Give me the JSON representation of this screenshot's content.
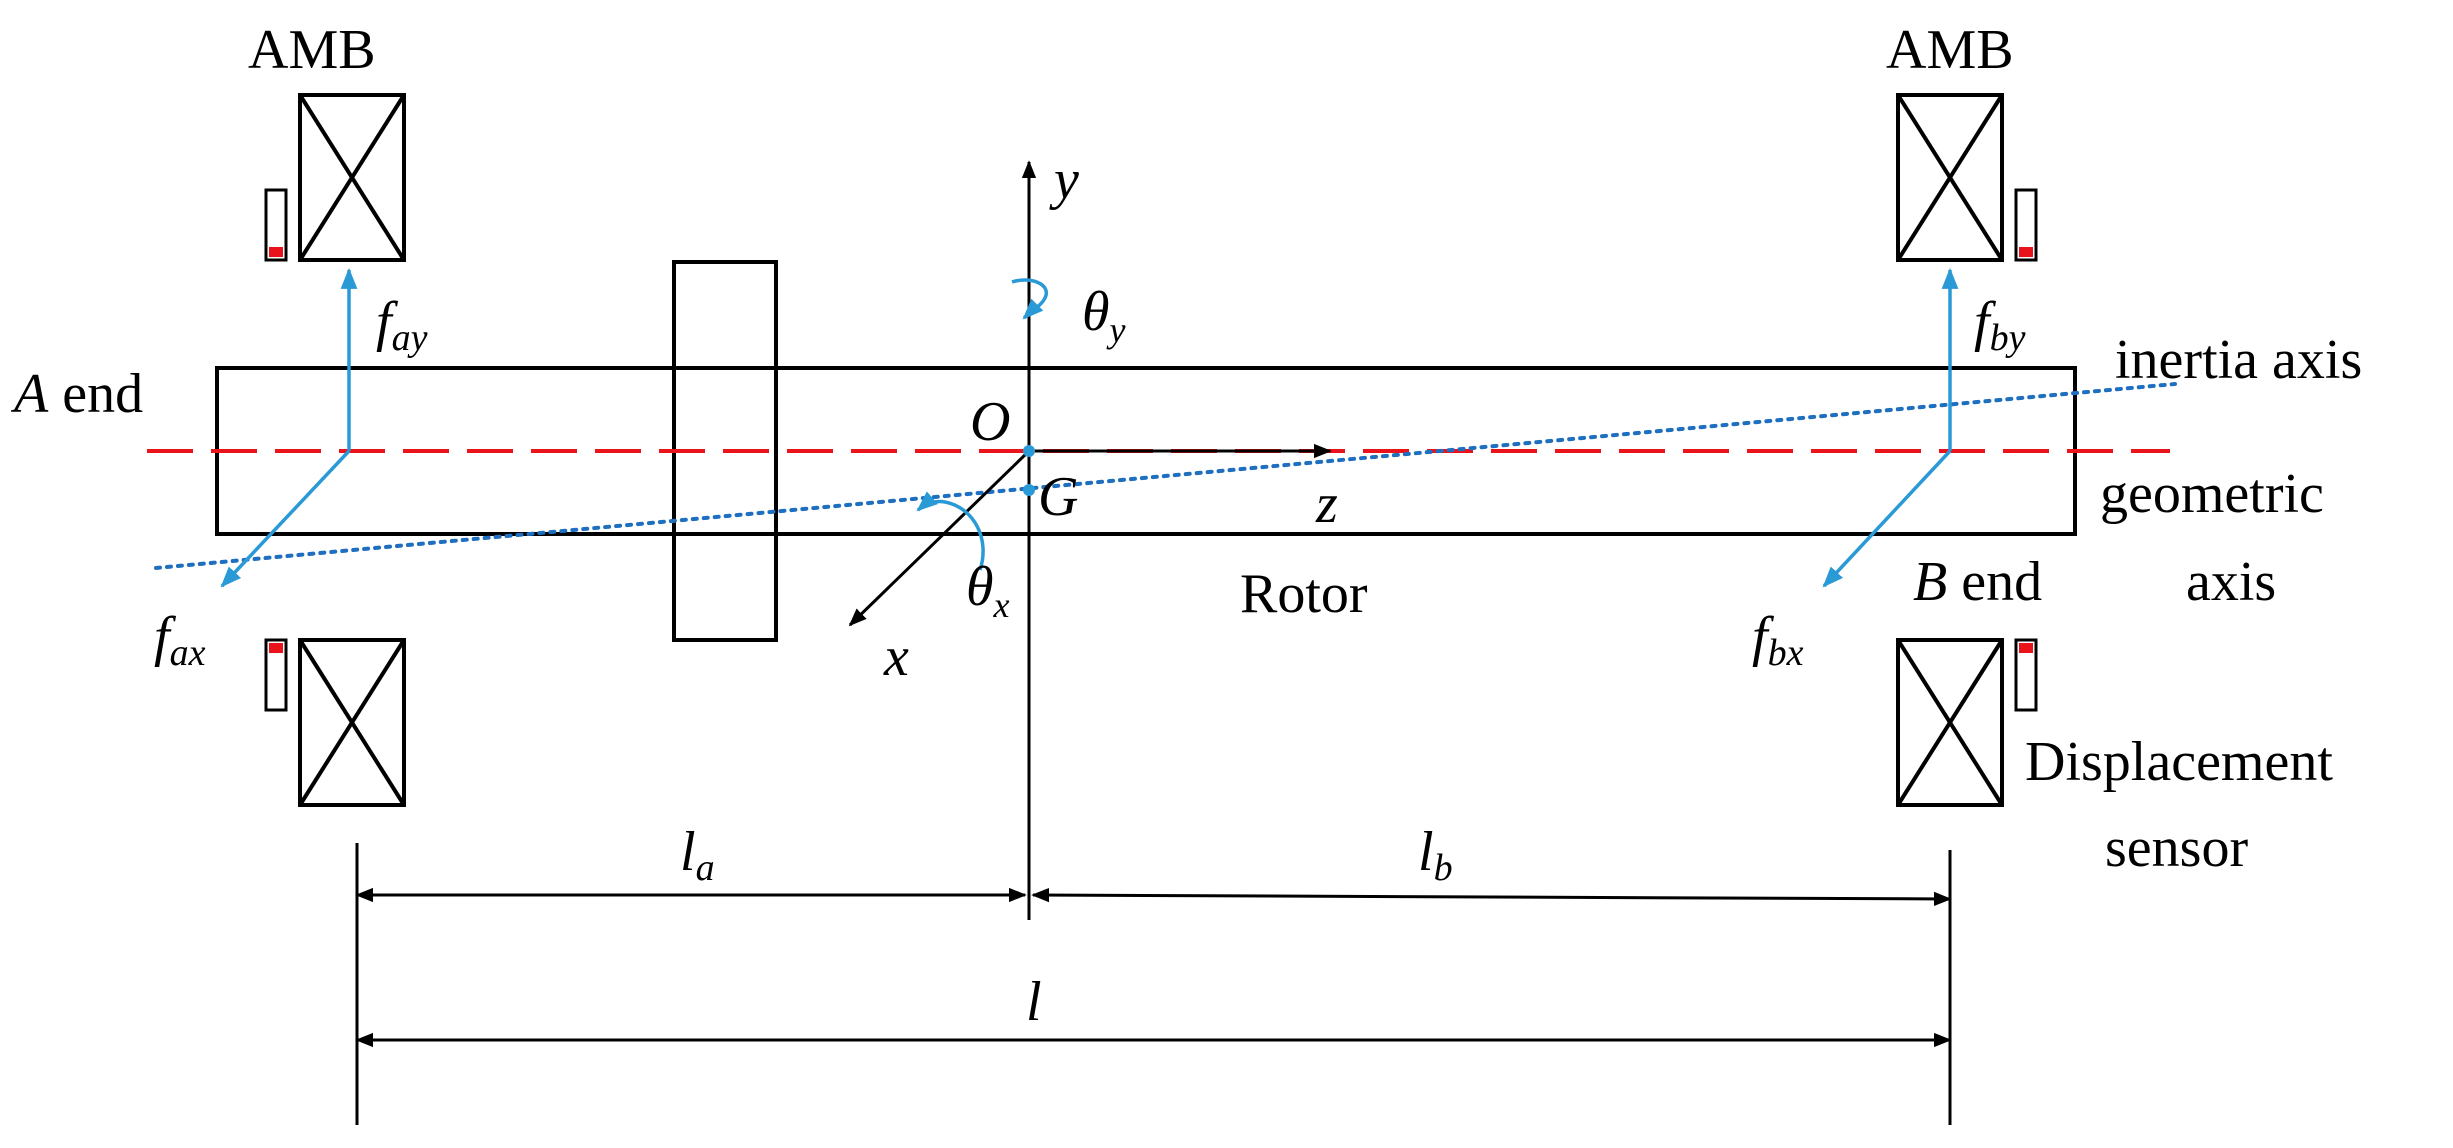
{
  "labels": {
    "amb_left": "AMB",
    "amb_right": "AMB",
    "a_end_letter": "A",
    "a_end_word": " end",
    "b_end_letter": "B",
    "b_end_word": " end",
    "inertia_axis": "inertia axis",
    "geometric_line1": "geometric",
    "geometric_line2": "axis",
    "rotor": "Rotor",
    "sensor_line1": "Displacement",
    "sensor_line2": "sensor",
    "origin": "O",
    "center_g": "G",
    "axis_x": "x",
    "axis_y": "y",
    "axis_z": "z",
    "theta": "θ",
    "theta_x_sub": "x",
    "theta_y_sub": "y",
    "f": "f",
    "f_ay_sub": "ay",
    "f_ax_sub": "ax",
    "f_by_sub": "by",
    "f_bx_sub": "bx",
    "l": "l",
    "l_a_sub": "a",
    "l_b_sub": "b"
  },
  "colors": {
    "line": "#000000",
    "force": "#2a9ad6",
    "geometric_axis": "#e8131b",
    "inertia_axis": "#1f6fc0",
    "sensor_mark": "#e8131b"
  }
}
